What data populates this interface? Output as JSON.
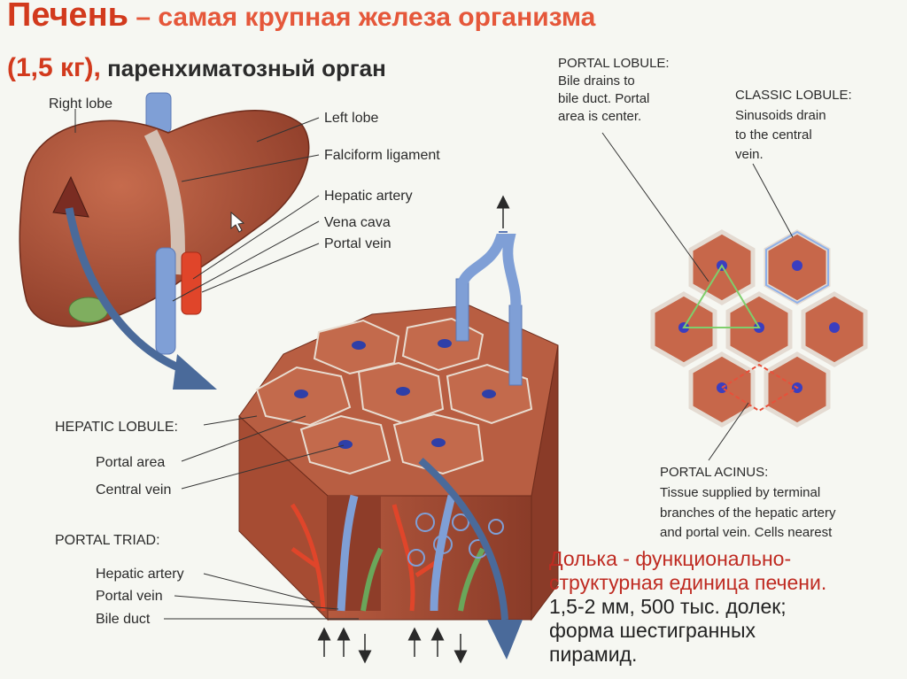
{
  "title": {
    "line1_main": "Печень",
    "line1_rest": " – самая крупная железа организма",
    "line2_main": "(1,5 кг),",
    "line2_rest": " паренхиматозный орган"
  },
  "liver_labels": {
    "right_lobe": "Right lobe",
    "left_lobe": "Left lobe",
    "falciform": "Falciform ligament",
    "hepatic_artery": "Hepatic artery",
    "vena_cava": "Vena cava",
    "portal_vein": "Portal vein"
  },
  "lobule_labels": {
    "hepatic_lobule": "HEPATIC LOBULE:",
    "portal_area": "Portal area",
    "central_vein": "Central vein",
    "portal_triad": "PORTAL TRIAD:",
    "triad_artery": "Hepatic artery",
    "triad_vein": "Portal vein",
    "triad_duct": "Bile duct"
  },
  "portal_lobule": {
    "heading": "PORTAL LOBULE:",
    "lines": [
      "Bile drains to",
      "bile duct. Portal",
      "area is center."
    ]
  },
  "classic_lobule": {
    "heading": "CLASSIC LOBULE:",
    "lines": [
      "Sinusoids drain",
      "to the central",
      "vein."
    ]
  },
  "portal_acinus": {
    "heading": "PORTAL ACINUS:",
    "lines": [
      "Tissue supplied by terminal",
      "branches of the hepatic artery",
      "and portal vein. Cells nearest"
    ]
  },
  "note": {
    "lines": [
      "Долька - функционально-",
      "структурная единица печени.",
      "1,5-2 мм, 500 тыс. долек;",
      "форма шестигранных",
      "пирамид."
    ]
  },
  "colors": {
    "title_red": "#d23a1d",
    "liver_brown": "#b0553b",
    "hex_fill": "#c7674a",
    "vein_blue": "#7f9fd6",
    "artery_red": "#e0452a",
    "duct_green": "#6aa65a",
    "note_red": "#bf2b22"
  },
  "icons": [
    "cursor-icon",
    "arrow-up-icon",
    "arrow-down-icon"
  ]
}
